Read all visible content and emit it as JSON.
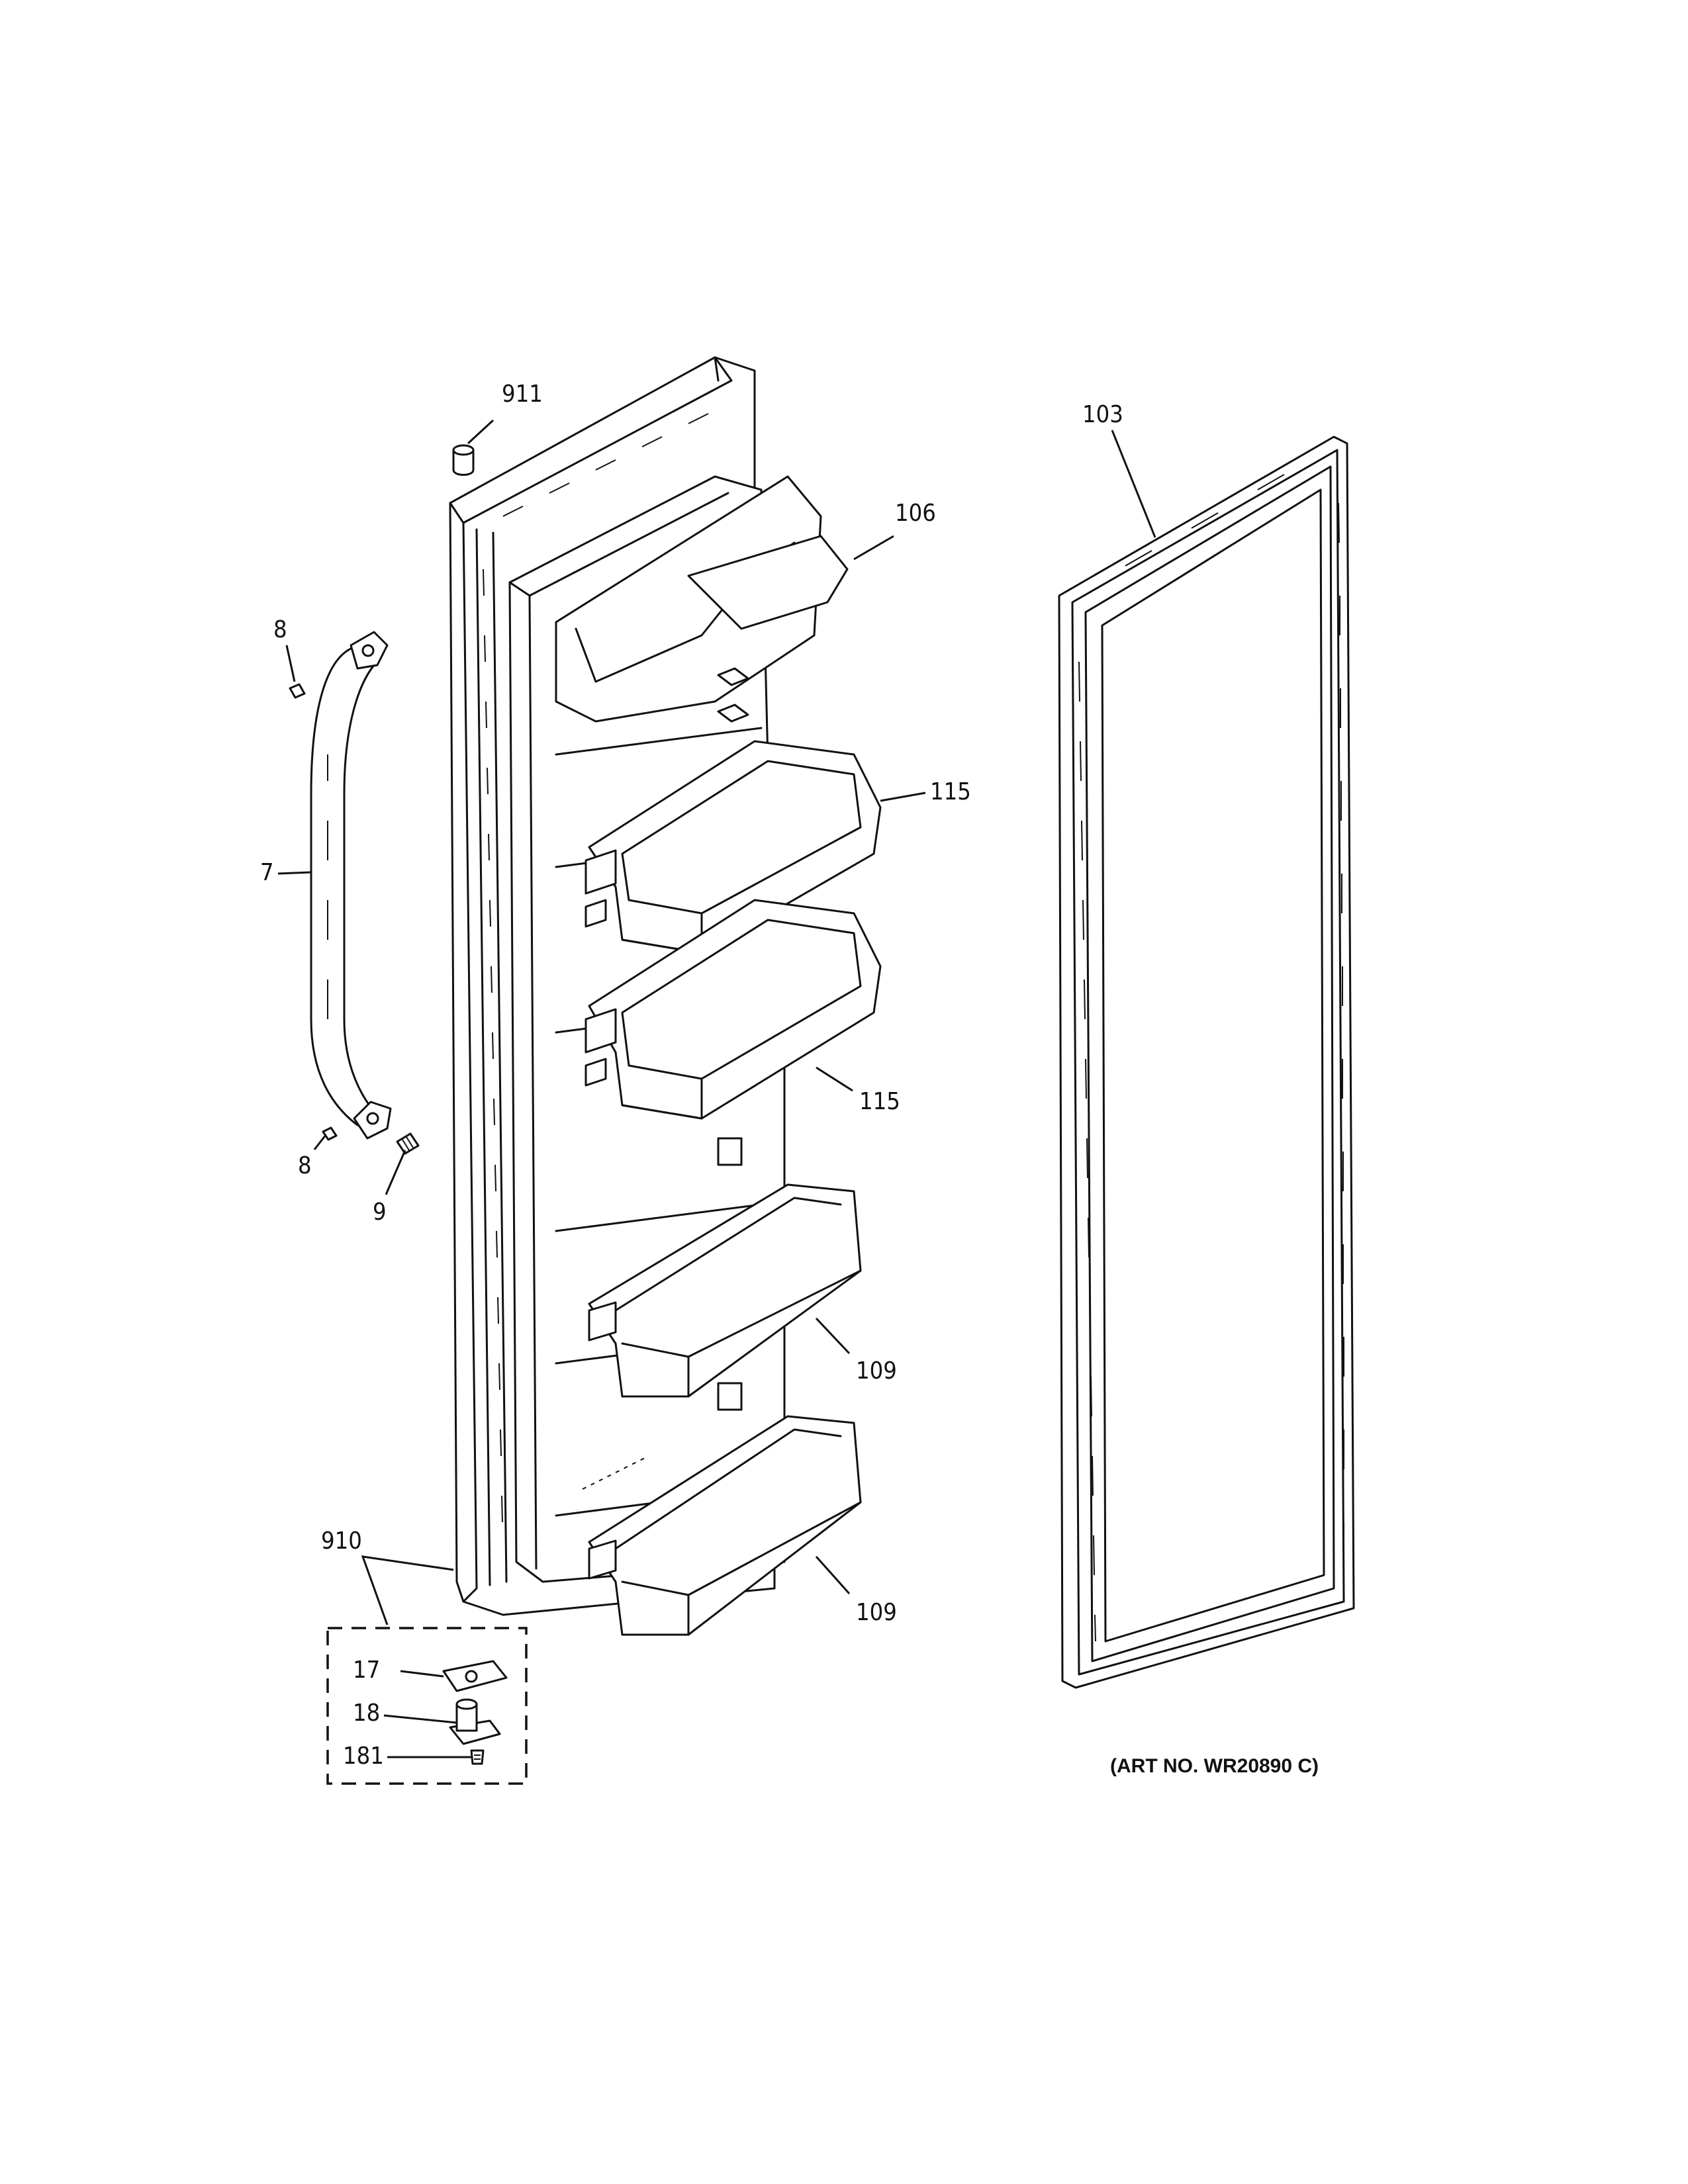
{
  "callouts": {
    "c911": "911",
    "c103": "103",
    "c106": "106",
    "c8_top": "8",
    "c115_top": "115",
    "c7": "7",
    "c115_mid": "115",
    "c8_bottom": "8",
    "c9": "9",
    "c109_mid": "109",
    "c910": "910",
    "c109_bottom": "109",
    "c17": "17",
    "c18": "18",
    "c181": "181"
  },
  "art_number": "(ART NO. WR20890 C)"
}
